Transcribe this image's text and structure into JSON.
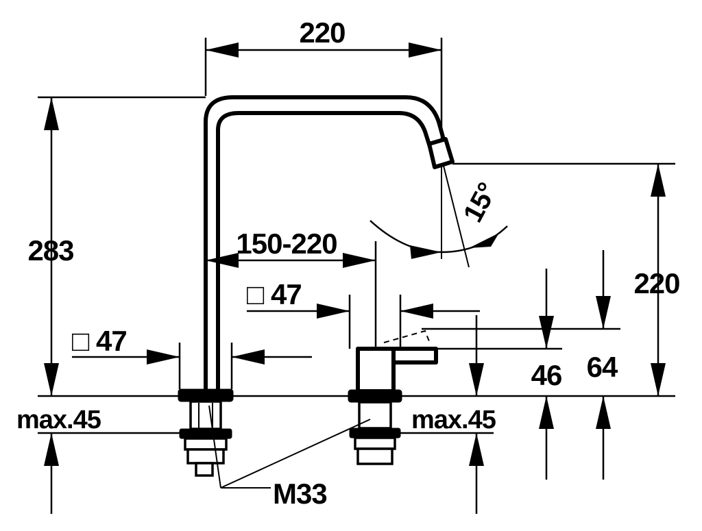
{
  "drawing": {
    "labels": {
      "spout_reach": "220",
      "total_height": "283",
      "spout_outlet_height": "220",
      "swivel_angle": "15°",
      "centre_distance": "150-220",
      "spout_base_square": "□ 47",
      "handle_base_square": "□ 47",
      "handle_height_low": "46",
      "handle_height_high": "64",
      "max_deck_thickness_left": "max.45",
      "max_deck_thickness_right": "max.45",
      "thread": "M33"
    }
  }
}
